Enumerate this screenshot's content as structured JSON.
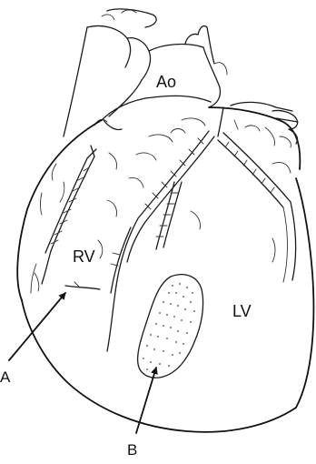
{
  "figure": {
    "labels": {
      "aorta": "Ao",
      "right_ventricle": "RV",
      "left_ventricle": "LV",
      "arrow_a": "A",
      "arrow_b": "B"
    },
    "colors": {
      "ink": "#1a1a1a",
      "background": "#ffffff",
      "lesion_dots": "#444444"
    }
  }
}
